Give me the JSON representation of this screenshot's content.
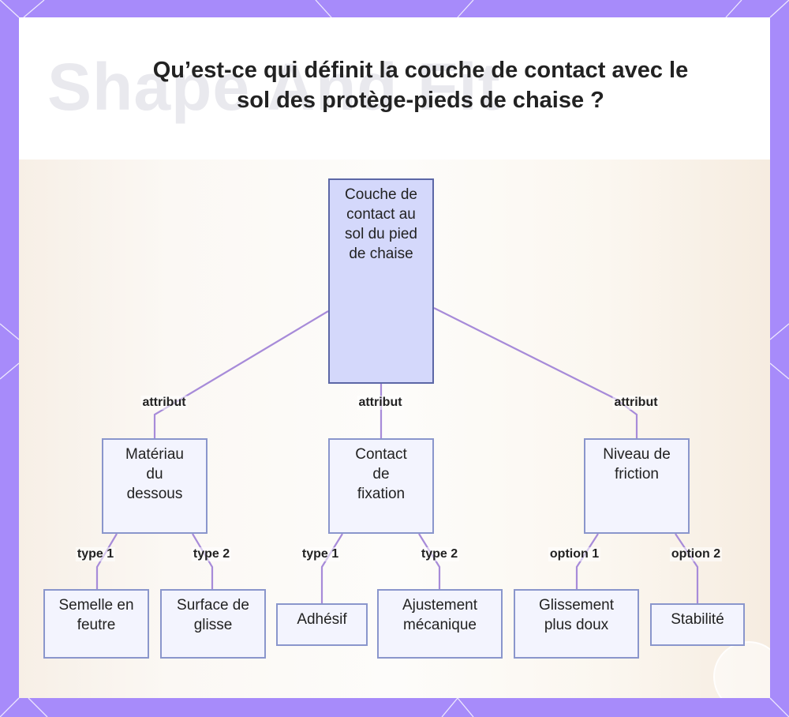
{
  "title": "Qu’est-ce qui définit la couche de contact avec le sol des protège-pieds de chaise ?",
  "background_text": "Shape And Fit",
  "colors": {
    "frame": "#a78bfa",
    "root_fill": "#d4d8fb",
    "node_fill": "#f3f4fe",
    "node_border": "#8a96cc",
    "edge": "#a78bd9"
  },
  "nodes": {
    "root": "Couche de contact au sol du pied de chaise",
    "materiau": "Matériau du dessous",
    "fixation": "Contact de fixation",
    "friction": "Niveau de friction",
    "feutre": "Semelle en feutre",
    "glisse": "Surface de glisse",
    "adhesif": "Adhésif",
    "mecanique": "Ajustement mécanique",
    "glissement": "Glissement plus doux",
    "stabilite": "Stabilité"
  },
  "edges": {
    "root_materiau": "attribut",
    "root_fixation": "attribut",
    "root_friction": "attribut",
    "materiau_feutre": "type 1",
    "materiau_glisse": "type 2",
    "fixation_adhesif": "type 1",
    "fixation_mecanique": "type 2",
    "friction_glissement": "option 1",
    "friction_stabilite": "option 2"
  }
}
